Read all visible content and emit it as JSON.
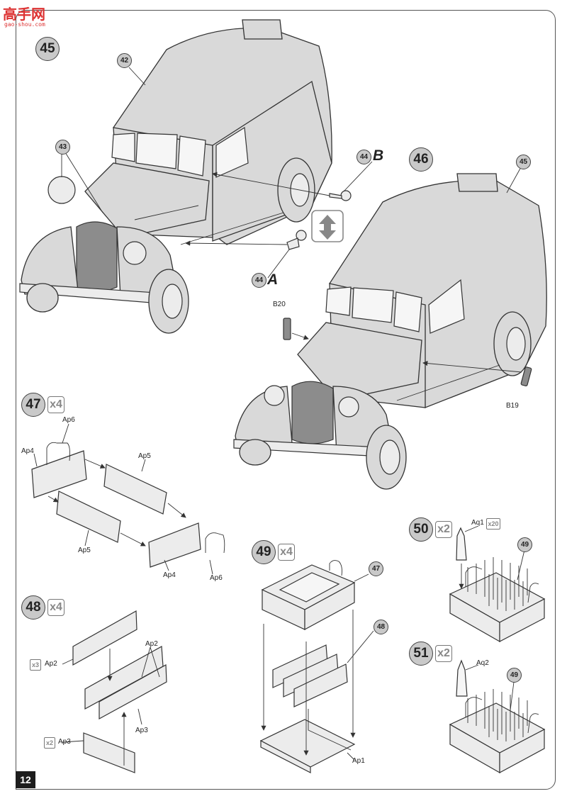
{
  "watermark": {
    "logo_text": "高手网",
    "url": "gao-shou.com"
  },
  "page_number": "12",
  "steps": [
    {
      "num": "45",
      "refs": [
        "42",
        "43"
      ],
      "variants": [
        {
          "ref": "44",
          "letter": "B"
        },
        {
          "ref": "44",
          "letter": "A"
        }
      ]
    },
    {
      "num": "46",
      "refs": [
        "45"
      ],
      "parts": [
        "B20",
        "B19"
      ]
    },
    {
      "num": "47",
      "multiplier": "x4",
      "parts": [
        "Ap6",
        "Ap4",
        "Ap5",
        "Ap5",
        "Ap4",
        "Ap6"
      ]
    },
    {
      "num": "48",
      "multiplier": "x4",
      "parts": [
        {
          "label": "Ap2",
          "qty": "x3"
        },
        {
          "label": "Ap2"
        },
        {
          "label": "Ap3"
        },
        {
          "label": "Ap3",
          "qty": "x2"
        }
      ]
    },
    {
      "num": "49",
      "multiplier": "x4",
      "refs": [
        "47",
        "48"
      ],
      "parts": [
        "Ap1"
      ]
    },
    {
      "num": "50",
      "multiplier": "x2",
      "refs": [
        "49"
      ],
      "parts": [
        {
          "label": "Aq1",
          "qty": "x20"
        }
      ]
    },
    {
      "num": "51",
      "multiplier": "x2",
      "refs": [
        "49"
      ],
      "parts": [
        "Aq2"
      ]
    }
  ],
  "colors": {
    "step_badge": "#c9c9c9",
    "grille": "#8c8c8c",
    "body": "#d9d9d9",
    "frame": "#555555"
  },
  "icons": {
    "flip": "flip-view-arrows-icon"
  }
}
